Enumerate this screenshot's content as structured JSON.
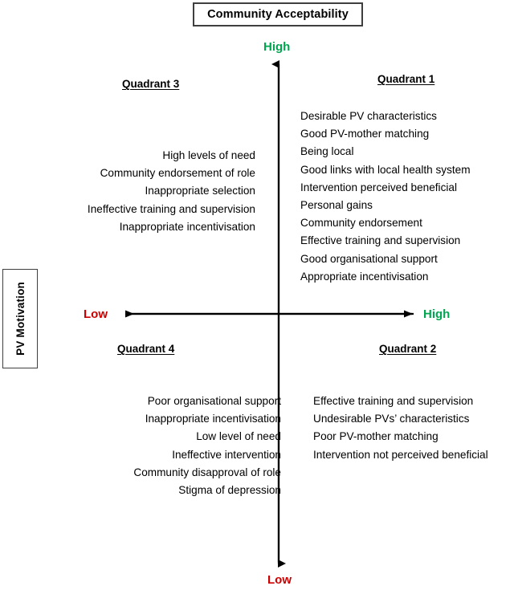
{
  "title": {
    "text": "Community Acceptability"
  },
  "vertical_axis": {
    "label": "PV Motivation"
  },
  "poles": {
    "top": "High",
    "bottom": "Low",
    "left": "Low",
    "right": "High"
  },
  "colors": {
    "high": "#00A550",
    "low": "#CC0000",
    "axis": "#000000",
    "box_border": "#3f3f3f",
    "text": "#000000"
  },
  "quadrants": [
    {
      "id": "quadrant-3",
      "heading": "Quadrant 3",
      "align": "right",
      "items": [
        "High levels of need",
        "Community endorsement of role",
        "Inappropriate selection",
        "Ineffective training and supervision",
        "Inappropriate incentivisation"
      ]
    },
    {
      "id": "quadrant-1",
      "heading": "Quadrant 1",
      "align": "left",
      "items": [
        "Desirable PV characteristics",
        "Good PV-mother matching",
        "Being local",
        "Good links with local health system",
        "Intervention perceived beneficial",
        " Personal gains",
        "Community endorsement",
        "Effective training and supervision",
        "Good organisational support",
        "Appropriate incentivisation"
      ]
    },
    {
      "id": "quadrant-4",
      "heading": "Quadrant 4",
      "align": "right",
      "items": [
        "Poor organisational support",
        "Inappropriate incentivisation",
        "Low level of need",
        "Ineffective intervention",
        "Community disapproval of role",
        "Stigma of depression"
      ]
    },
    {
      "id": "quadrant-2",
      "heading": "Quadrant 2",
      "align": "left",
      "items": [
        "Effective training and supervision",
        "Undesirable PVs’ characteristics",
        "Poor PV-mother matching",
        "Intervention not perceived beneficial"
      ]
    }
  ]
}
